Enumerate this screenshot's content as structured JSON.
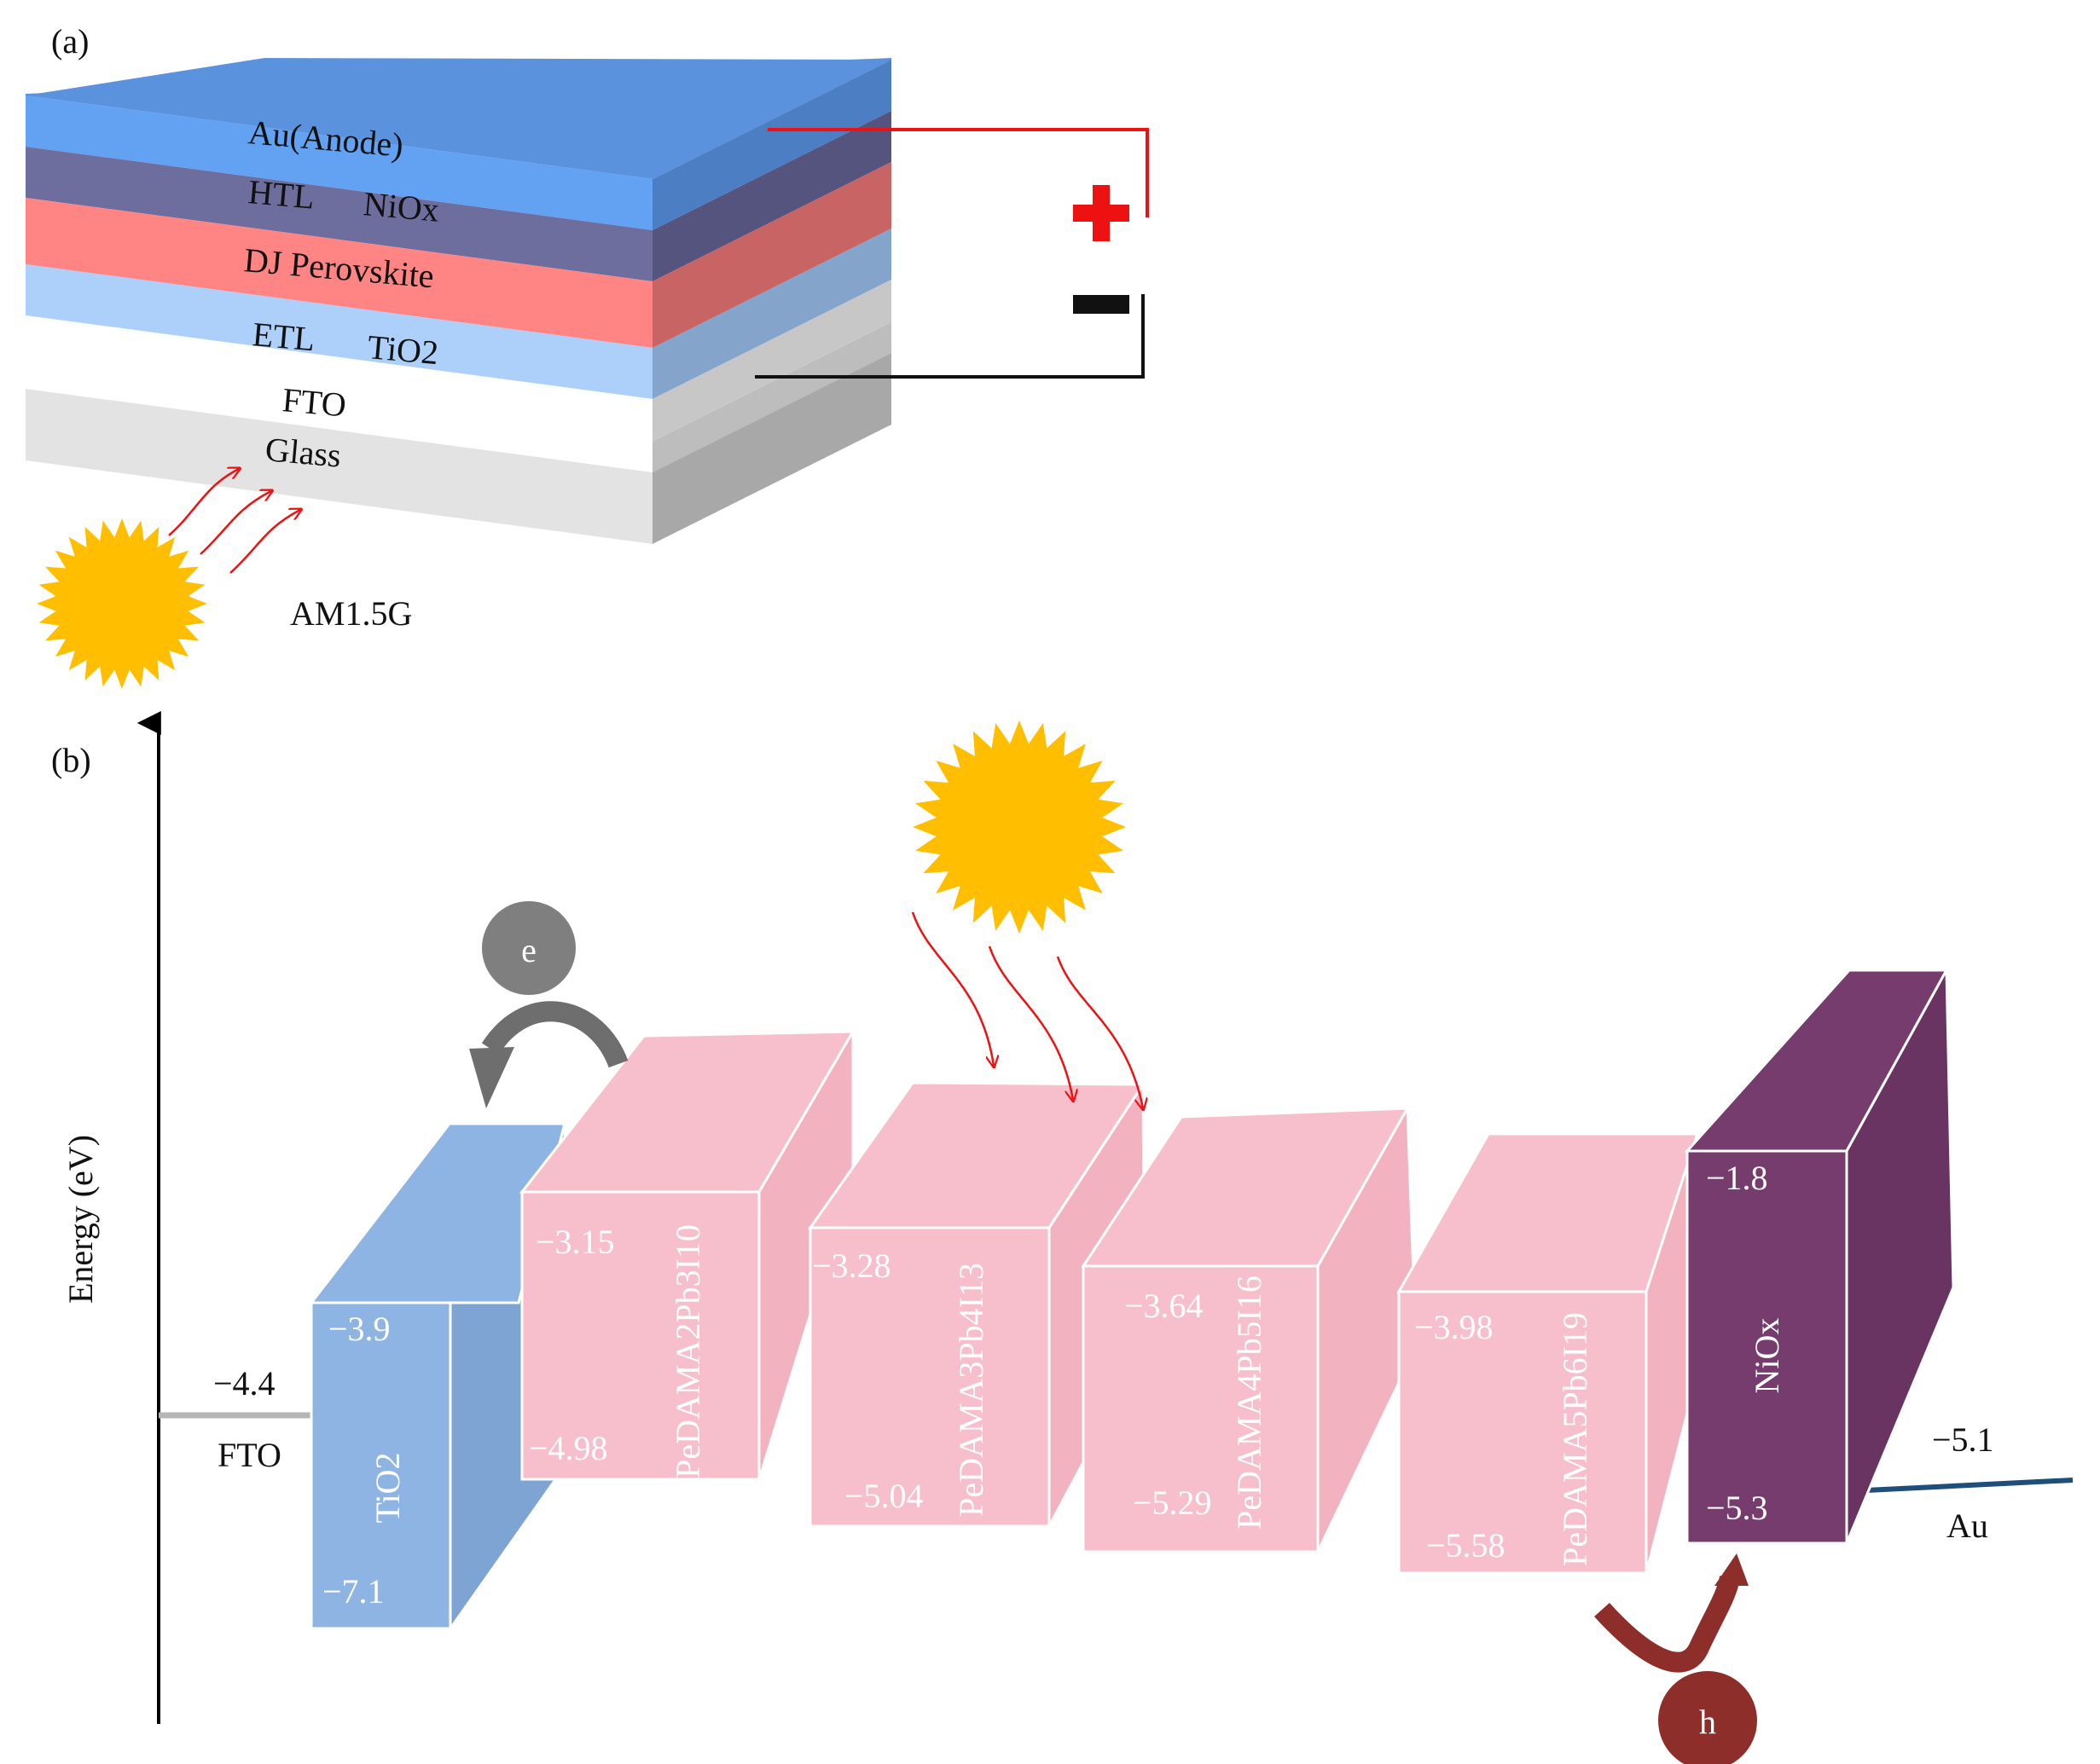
{
  "panel_a": {
    "tag": "(a)",
    "layers": [
      {
        "label": "Au(Anode)",
        "sub": ""
      },
      {
        "label": "HTL",
        "sub": "NiOx"
      },
      {
        "label": "DJ Perovskite",
        "sub": ""
      },
      {
        "label": "ETL",
        "sub": "TiO2"
      },
      {
        "label": "FTO",
        "sub": ""
      },
      {
        "label": "Glass",
        "sub": ""
      }
    ],
    "illumination": "AM1.5G",
    "colors": {
      "au": "#63A2F2",
      "htl": "#6D6D9E",
      "perov": "#FF8585",
      "etl": "#ADD0FB",
      "fto": "#FFFFFF",
      "glass": "#E3E3E3",
      "plus": "#EE1111",
      "minus": "#111111",
      "sun": "#FFBF00"
    }
  },
  "panel_b": {
    "tag": "(b)",
    "y_axis_label": "Energy (eV)",
    "fto": {
      "label": "FTO",
      "value": "−4.4"
    },
    "au": {
      "label": "Au",
      "value": "−5.1"
    },
    "electron": "e",
    "hole": "h",
    "blocks": [
      {
        "name": "TiO2",
        "top": "−3.9",
        "bottom": "−7.1",
        "color": "#8EB4E3"
      },
      {
        "name": "PeDAMA2Pb3I10",
        "top": "−3.15",
        "bottom": "−4.98",
        "color": "#F6BFCB"
      },
      {
        "name": "PeDAMA3Pb4I13",
        "top": "−3.28",
        "bottom": "−5.04",
        "color": "#F6BFCB"
      },
      {
        "name": "PeDAMA4Pb5I16",
        "top": "−3.64",
        "bottom": "−5.29",
        "color": "#F6BFCB"
      },
      {
        "name": "PeDAMA5Pb6I19",
        "top": "−3.98",
        "bottom": "−5.58",
        "color": "#F6BFCB"
      },
      {
        "name": "NiOx",
        "top": "−1.8",
        "bottom": "−5.3",
        "color": "#763C6E"
      }
    ]
  }
}
